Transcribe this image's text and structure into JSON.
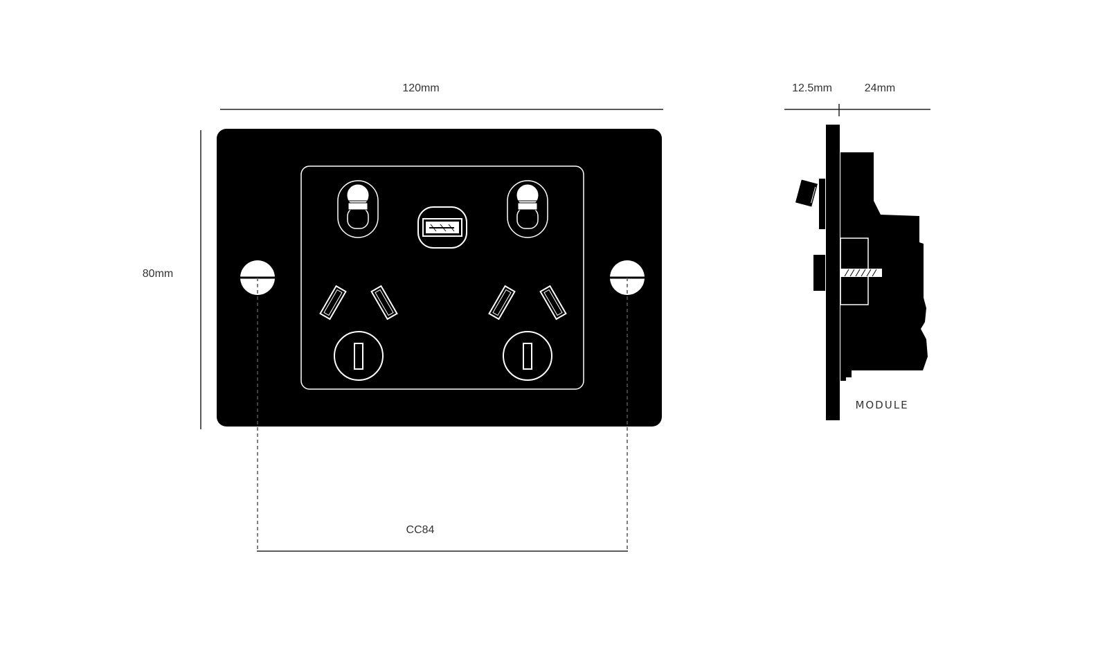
{
  "front_view": {
    "width_label": "120mm",
    "height_label": "80mm",
    "centers_label": "CC84"
  },
  "side_view": {
    "depth_front_label": "12.5mm",
    "depth_back_label": "24mm",
    "module_label": "MODULE"
  },
  "colors": {
    "plate": "#000000",
    "outline": "#ffffff",
    "dimension_line": "#222222"
  }
}
